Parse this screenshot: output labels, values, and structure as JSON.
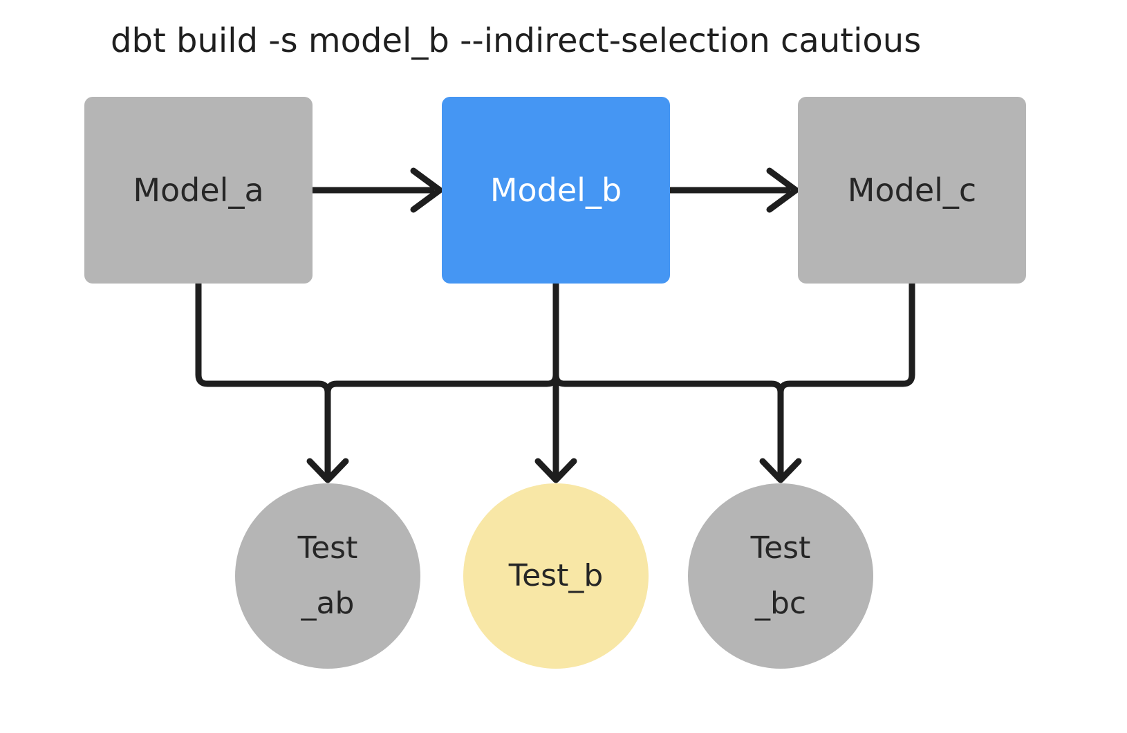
{
  "title": {
    "text": "dbt build -s model_b --indirect-selection cautious"
  },
  "diagram": {
    "models": [
      {
        "id": "model_a",
        "label": "Model_a",
        "state": "upstream"
      },
      {
        "id": "model_b",
        "label": "Model_b",
        "state": "selected"
      },
      {
        "id": "model_c",
        "label": "Model_c",
        "state": "downstream"
      }
    ],
    "tests": [
      {
        "id": "test_ab",
        "lines": [
          "Test",
          "_ab"
        ],
        "state": "excluded"
      },
      {
        "id": "test_b",
        "lines": [
          "Test_b"
        ],
        "state": "included"
      },
      {
        "id": "test_bc",
        "lines": [
          "Test",
          "_bc"
        ],
        "state": "excluded"
      }
    ],
    "edges": [
      {
        "from": "model_a",
        "to": "model_b"
      },
      {
        "from": "model_b",
        "to": "model_c"
      },
      {
        "from": "model_a",
        "to": "test_ab"
      },
      {
        "from": "model_b",
        "to": "test_ab"
      },
      {
        "from": "model_b",
        "to": "test_b"
      },
      {
        "from": "model_b",
        "to": "test_bc"
      },
      {
        "from": "model_c",
        "to": "test_bc"
      }
    ],
    "colors": {
      "selected_model_fill": "#4596f3",
      "selected_model_text": "#ffffff",
      "node_fill": "#b5b5b5",
      "included_test_fill": "#f8e7a6",
      "edge_stroke": "#1e1e1e",
      "text": "#262626",
      "title_text": "#1f1f1f",
      "background": "#ffffff"
    }
  }
}
